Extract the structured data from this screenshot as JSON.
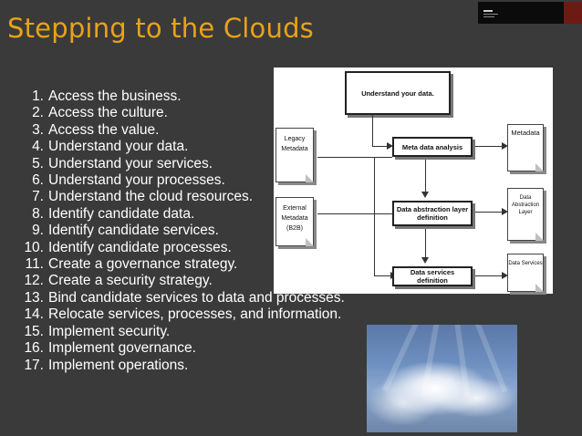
{
  "slide": {
    "title": "Stepping to the Clouds",
    "steps": [
      {
        "num": "1.",
        "text": "Access the business."
      },
      {
        "num": "2.",
        "text": "Access the culture."
      },
      {
        "num": "3.",
        "text": "Access the value."
      },
      {
        "num": "4.",
        "text": "Understand your data."
      },
      {
        "num": "5.",
        "text": "Understand your services."
      },
      {
        "num": "6.",
        "text": "Understand your processes."
      },
      {
        "num": "7.",
        "text": "Understand the cloud resources."
      },
      {
        "num": "8.",
        "text": "Identify candidate data."
      },
      {
        "num": "9.",
        "text": "Identify candidate services."
      },
      {
        "num": "10.",
        "text": "Identify candidate processes."
      },
      {
        "num": "11.",
        "text": "Create a governance strategy."
      },
      {
        "num": "12.",
        "text": "Create a security strategy."
      },
      {
        "num": "13.",
        "text": "Bind candidate services to data and processes."
      },
      {
        "num": "14.",
        "text": "Relocate services, processes, and information."
      },
      {
        "num": "15.",
        "text": "Implement security."
      },
      {
        "num": "16.",
        "text": "Implement governance."
      },
      {
        "num": "17.",
        "text": "Implement operations."
      }
    ]
  },
  "diagram": {
    "understand_data": "Understand your data.",
    "meta_analysis": "Meta data analysis",
    "abstraction_def": "Data abstraction layer definition",
    "services_def": "Data services definition",
    "legacy": "Legacy Metadata",
    "external": "External Metadata (B2B)",
    "metadata": "Metadata",
    "abstraction_layer": "Data Abstraction Layer",
    "data_services": "Data Services"
  },
  "colors": {
    "background": "#3a3a3a",
    "title": "#e8a316",
    "text": "#ffffff"
  }
}
